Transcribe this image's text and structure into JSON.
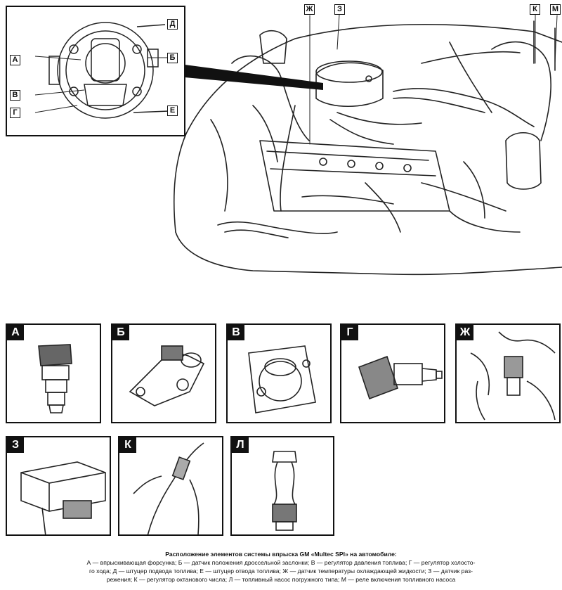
{
  "main_labels": {
    "zh": "Ж",
    "z": "З",
    "k": "К",
    "m": "М"
  },
  "inset_labels": {
    "a": "А",
    "b": "Б",
    "v": "В",
    "g": "Г",
    "d": "Д",
    "e": "Е"
  },
  "panels": [
    {
      "id": "a",
      "tag": "А"
    },
    {
      "id": "b",
      "tag": "Б"
    },
    {
      "id": "v",
      "tag": "В"
    },
    {
      "id": "g",
      "tag": "Г"
    },
    {
      "id": "zh",
      "tag": "Ж"
    },
    {
      "id": "z",
      "tag": "З"
    },
    {
      "id": "k",
      "tag": "К"
    },
    {
      "id": "l",
      "tag": "Л"
    }
  ],
  "caption": {
    "title": "Расположение элементов системы впрыска GM «Multec SPI» на автомобиле:",
    "line1": "А — впрыскивающая форсунка; Б — датчик положения дроссельной заслонки; В — регулятор давления топлива; Г — регулятор холосто-",
    "line2": "го хода; Д — штуцер подвода топлива; Е — штуцер отвода топлива; Ж — датчик температуры охлаждающей жидкости; З — датчик раз-",
    "line3": "режения; К — регулятор октанового числа; Л — топливный насос погружного типа; М — реле включения топливного насоса"
  }
}
